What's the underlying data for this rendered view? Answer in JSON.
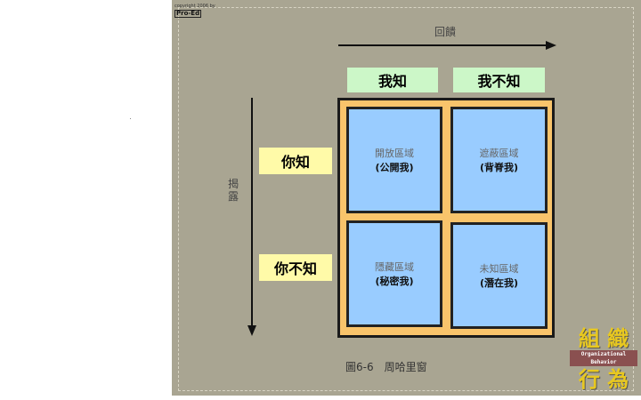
{
  "copyright": "copyright 2006 by",
  "publisher": "Pro-Ed",
  "axes": {
    "horizontal": "回饋",
    "vertical": "揭露"
  },
  "columns": [
    "我知",
    "我不知"
  ],
  "rows": [
    "你知",
    "你不知"
  ],
  "cells": [
    {
      "title": "開放區域",
      "subtitle": "(公開我)"
    },
    {
      "title": "遮蔽區域",
      "subtitle": "(背脊我)"
    },
    {
      "title": "隱藏區域",
      "subtitle": "(秘密我)"
    },
    {
      "title": "未知區域",
      "subtitle": "(潛在我)"
    }
  ],
  "caption": "圖6-6　周哈里窗",
  "logo": {
    "top": "組 織",
    "bottom": "行 為",
    "sub": "Organizational Behavior"
  },
  "colors": {
    "background": "#a9a592",
    "column_header": "#ccf7c8",
    "row_header": "#fffaa8",
    "grid": "#f9c46b",
    "cell": "#99ccff"
  }
}
